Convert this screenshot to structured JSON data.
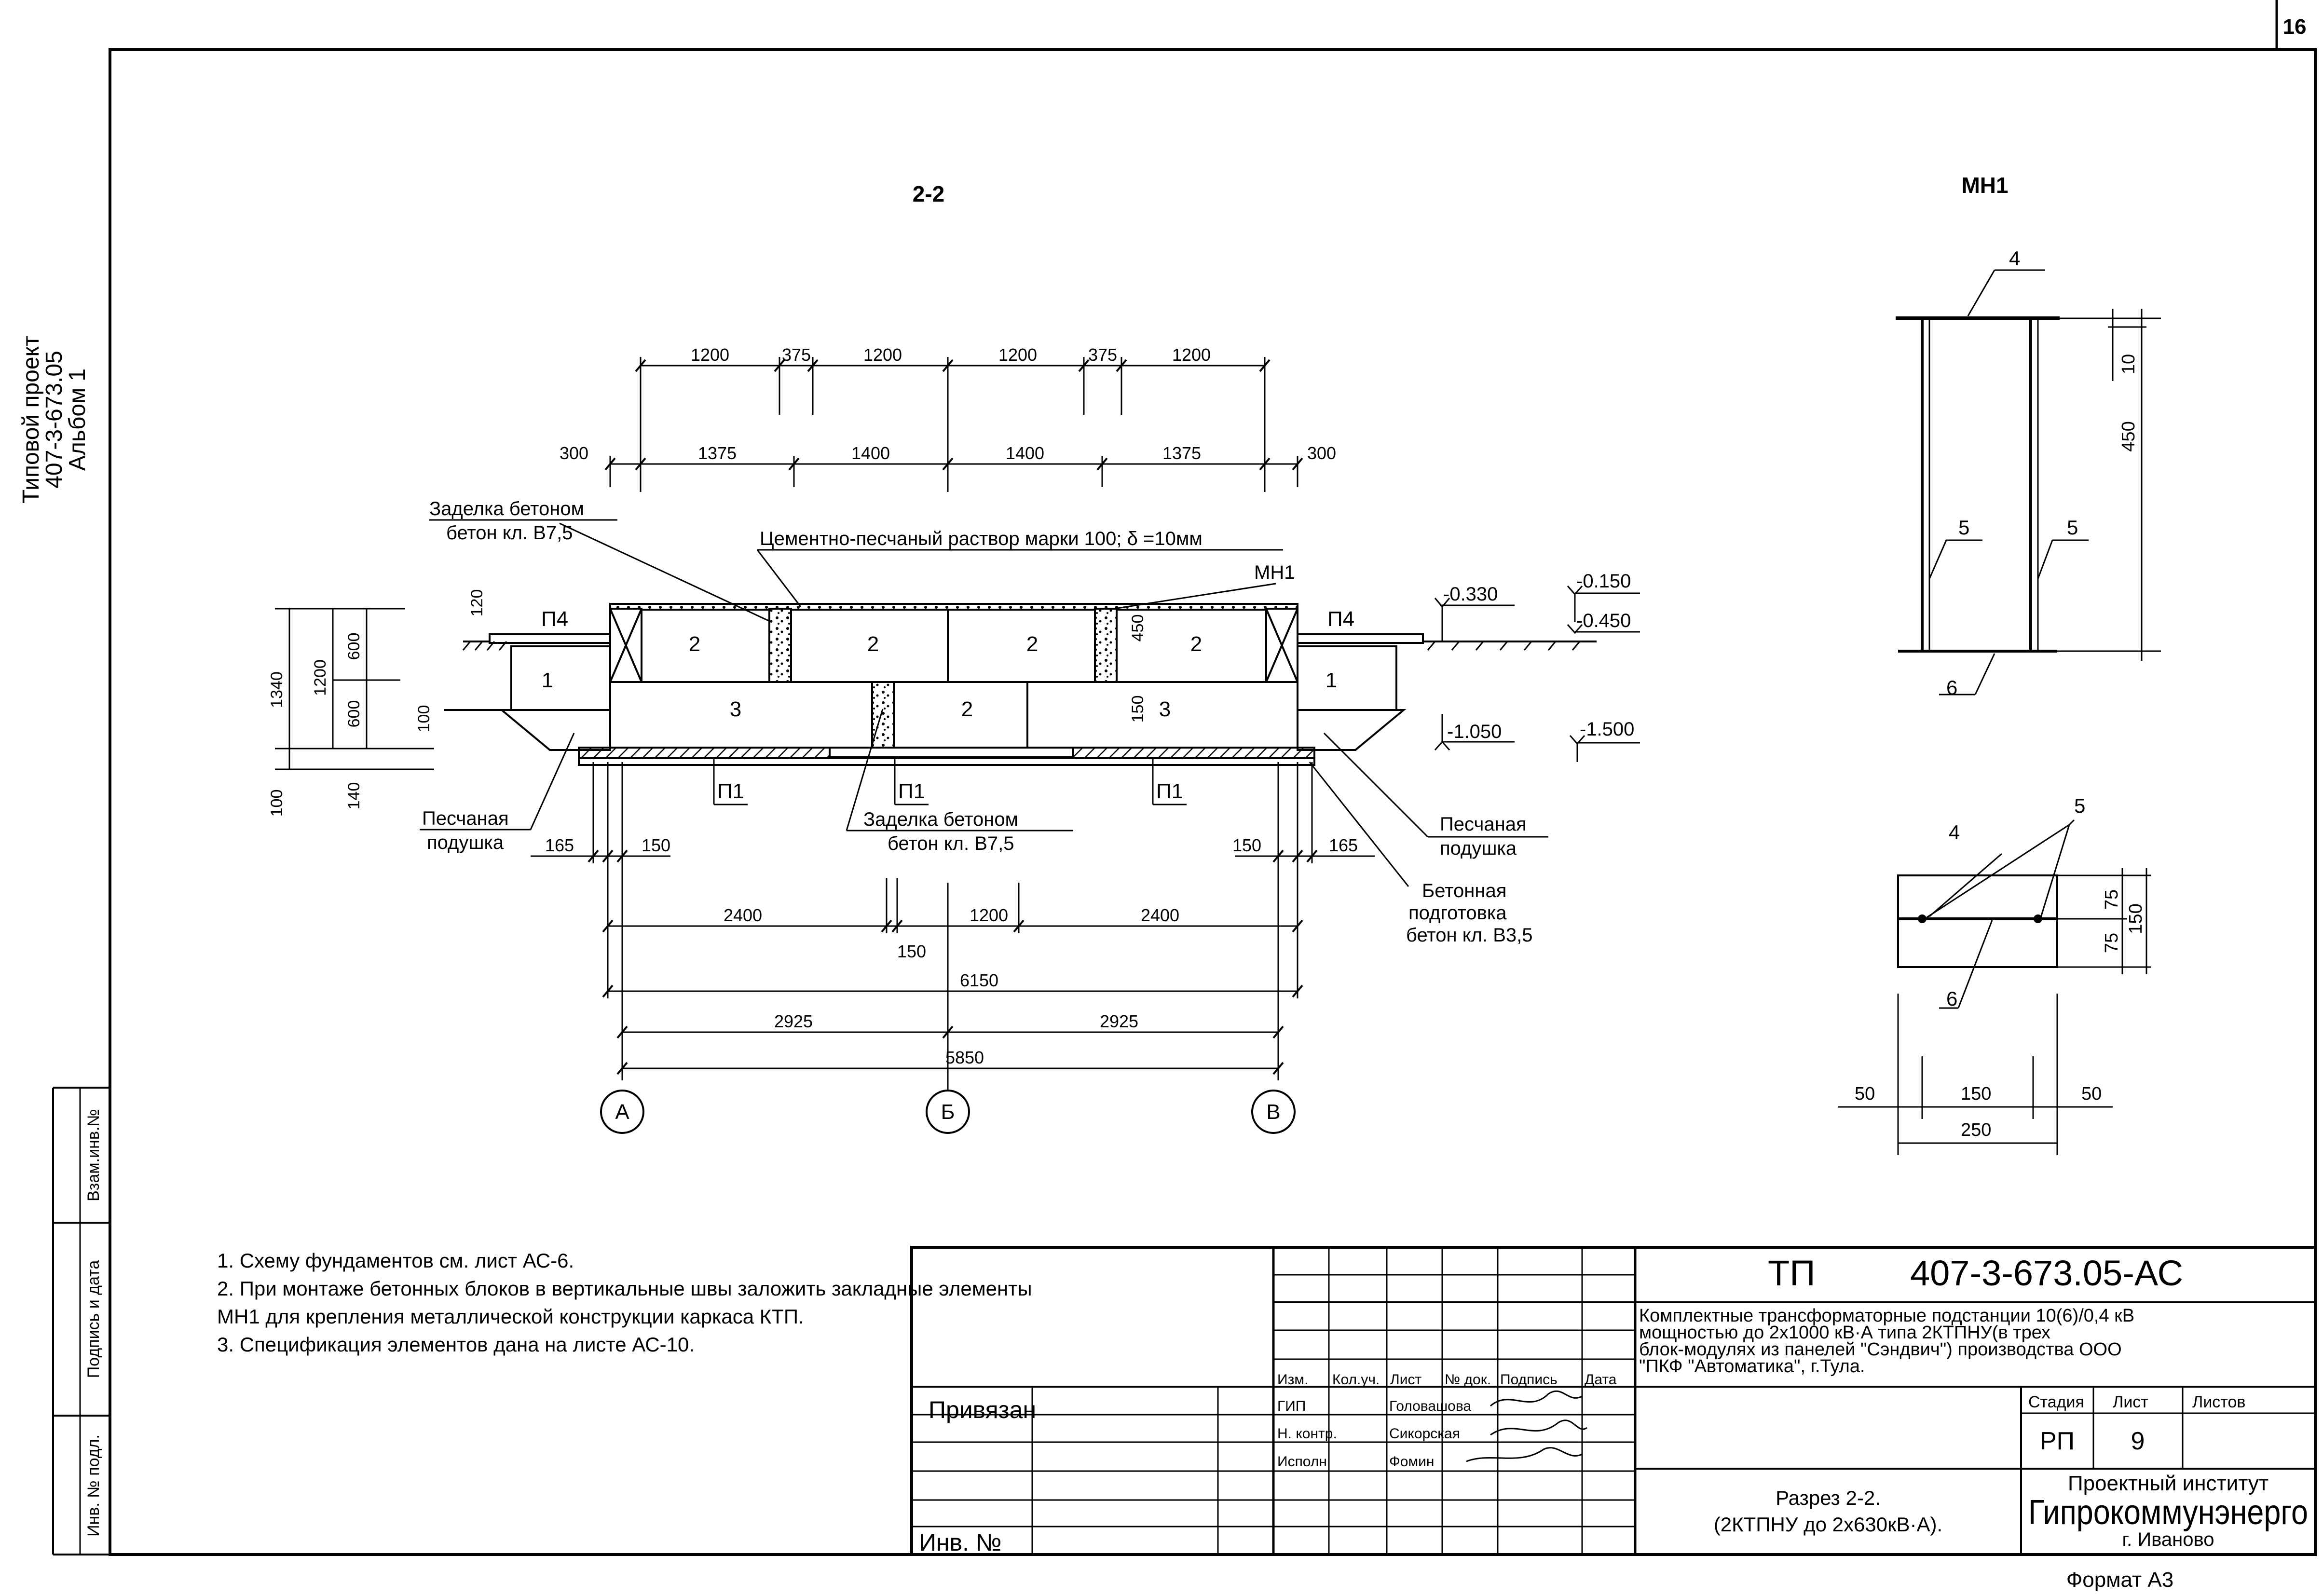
{
  "sheet_number": "16",
  "side_project": {
    "line1": "Типовой проект",
    "line2": "407-3-673.05",
    "line3": "Альбом 1"
  },
  "margin_stamp": {
    "vzam": "Взам.инв.№",
    "podpis": "Подпись и дата",
    "inv_podl": "Инв. № подл."
  },
  "section": {
    "title": "2-2",
    "top_dims_row1": [
      "1200",
      "375",
      "1200",
      "1200",
      "375",
      "1200"
    ],
    "top_dims_row2": [
      "300",
      "1375",
      "1400",
      "1400",
      "1375",
      "300"
    ],
    "blocks": {
      "block_1": "1",
      "block_2": "2",
      "block_3": "3",
      "slab_p4": "П4",
      "slab_p1": "П1"
    },
    "labels": {
      "fill_concrete_1": "Заделка бетоном",
      "fill_concrete_1b": "бетон кл. В7,5",
      "mortar": "Цементно-песчаный раствор марки 100; δ =10мм",
      "mn1_ref": "МН1",
      "fill_concrete_2": "Заделка бетоном",
      "fill_concrete_2b": "бетон кл. В7,5",
      "sand_left_1": "Песчаная",
      "sand_left_2": "подушка",
      "sand_right_1": "Песчаная",
      "sand_right_2": "подушка",
      "prep_1": "Бетонная",
      "prep_2": "подготовка",
      "prep_3": "бетон кл. В3,5"
    },
    "levels": {
      "l1": "-0.330",
      "l2": "-0.150",
      "l3": "-0.450",
      "l4": "-1.050",
      "l5": "-1.500"
    },
    "left_dims": [
      "1340",
      "1200",
      "600",
      "600",
      "120",
      "100",
      "100",
      "140"
    ],
    "inner_dims": [
      "450",
      "150"
    ],
    "bottom_dims": {
      "d165a": "165",
      "d150a": "150",
      "d150b": "150",
      "d165b": "165",
      "d2400a": "2400",
      "d1200": "1200",
      "d2400b": "2400",
      "d150c": "150",
      "d6150": "6150",
      "d2925a": "2925",
      "d2925b": "2925",
      "d5850": "5850"
    },
    "axes": [
      "А",
      "Б",
      "В"
    ]
  },
  "detail": {
    "title": "МН1",
    "parts": [
      "4",
      "5",
      "5",
      "6",
      "4",
      "5",
      "6"
    ],
    "dims_elev": [
      "10",
      "450"
    ],
    "dims_plan": [
      "75",
      "75",
      "150"
    ],
    "dims_bottom": [
      "50",
      "150",
      "50",
      "250"
    ]
  },
  "notes": [
    "1. Схему фундаментов см. лист АС-6.",
    "2. При монтаже бетонных блоков в вертикальные швы заложить закладные элементы",
    "МН1 для крепления металлической конструкции каркаса КТП.",
    "3. Спецификация элементов дана на листе АС-10."
  ],
  "title_block": {
    "privyazan": "Привязан",
    "inv_no": "Инв. №",
    "headers": [
      "Изм.",
      "Кол.уч.",
      "Лист",
      "№ док.",
      "Подпись",
      "Дата"
    ],
    "roles": [
      {
        "role": "ГИП",
        "name": "Головашова"
      },
      {
        "role": "Н. контр.",
        "name": "Сикорская"
      },
      {
        "role": "Исполн.",
        "name": "Фомин"
      }
    ],
    "code_prefix": "ТП",
    "code": "407-3-673.05-АС",
    "description": [
      "Комплектные трансформаторные подстанции 10(6)/0,4 кВ",
      "мощностью до 2х1000 кВ·А типа 2КТПНУ(в трех",
      "блок-модулях из панелей \"Сэндвич\") производства ООО",
      "\"ПКФ \"Автоматика\", г.Тула."
    ],
    "stage_header": "Стадия",
    "sheet_header": "Лист",
    "sheets_header": "Листов",
    "stage": "РП",
    "sheet": "9",
    "sheets": "",
    "drawing_title_1": "Разрез 2-2.",
    "drawing_title_2": "(2КТПНУ до 2х630кВ·А).",
    "org_1": "Проектный институт",
    "org_2": "Гипрокоммунэнерго",
    "org_3": "г. Иваново",
    "format": "Формат А3"
  }
}
